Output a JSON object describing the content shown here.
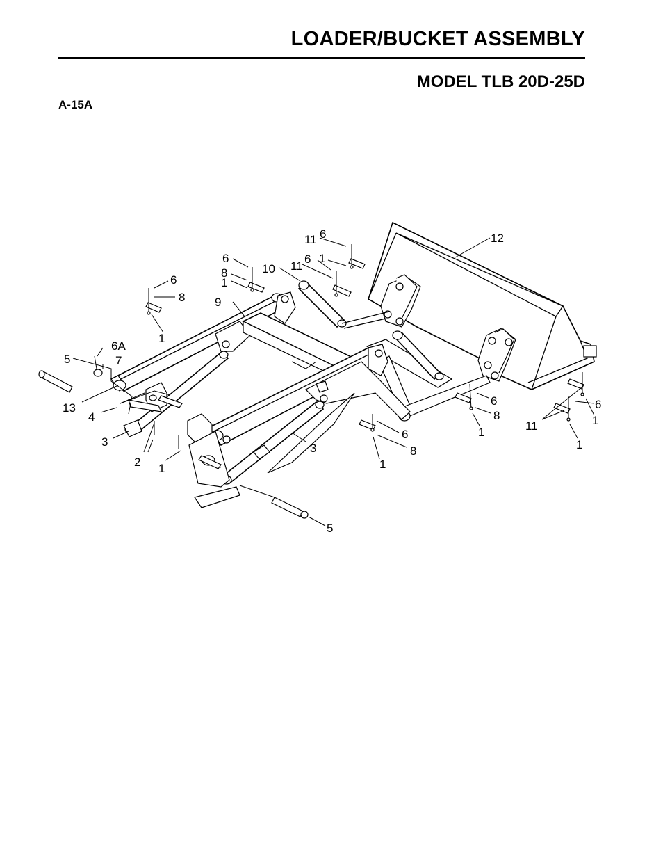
{
  "header": {
    "title": "LOADER/BUCKET ASSEMBLY",
    "model": "MODEL TLB 20D-25D",
    "figure_code": "A-15A"
  },
  "callouts": [
    {
      "id": "c-6a",
      "text": "6"
    },
    {
      "id": "c-11a",
      "text": "11"
    },
    {
      "id": "c-1a",
      "text": "1"
    },
    {
      "id": "c-6b",
      "text": "6"
    },
    {
      "id": "c-11b",
      "text": "11"
    },
    {
      "id": "c-12",
      "text": "12"
    },
    {
      "id": "c-6c",
      "text": "6"
    },
    {
      "id": "c-8a",
      "text": "8"
    },
    {
      "id": "c-1b",
      "text": "1"
    },
    {
      "id": "c-10",
      "text": "10"
    },
    {
      "id": "c-6d",
      "text": "6"
    },
    {
      "id": "c-8b",
      "text": "8"
    },
    {
      "id": "c-9",
      "text": "9"
    },
    {
      "id": "c-1c",
      "text": "1"
    },
    {
      "id": "c-5a",
      "text": "5"
    },
    {
      "id": "c-6A",
      "text": "6A"
    },
    {
      "id": "c-7",
      "text": "7"
    },
    {
      "id": "c-13",
      "text": "13"
    },
    {
      "id": "c-4",
      "text": "4"
    },
    {
      "id": "c-3a",
      "text": "3"
    },
    {
      "id": "c-2",
      "text": "2"
    },
    {
      "id": "c-1d",
      "text": "1"
    },
    {
      "id": "c-3b",
      "text": "3"
    },
    {
      "id": "c-6e",
      "text": "6"
    },
    {
      "id": "c-8c",
      "text": "8"
    },
    {
      "id": "c-1e",
      "text": "1"
    },
    {
      "id": "c-5b",
      "text": "5"
    },
    {
      "id": "c-6f",
      "text": "6"
    },
    {
      "id": "c-8d",
      "text": "8"
    },
    {
      "id": "c-1f",
      "text": "1"
    },
    {
      "id": "c-11c",
      "text": "11"
    },
    {
      "id": "c-6g",
      "text": "6"
    },
    {
      "id": "c-1g",
      "text": "1"
    },
    {
      "id": "c-1h",
      "text": "1"
    }
  ]
}
